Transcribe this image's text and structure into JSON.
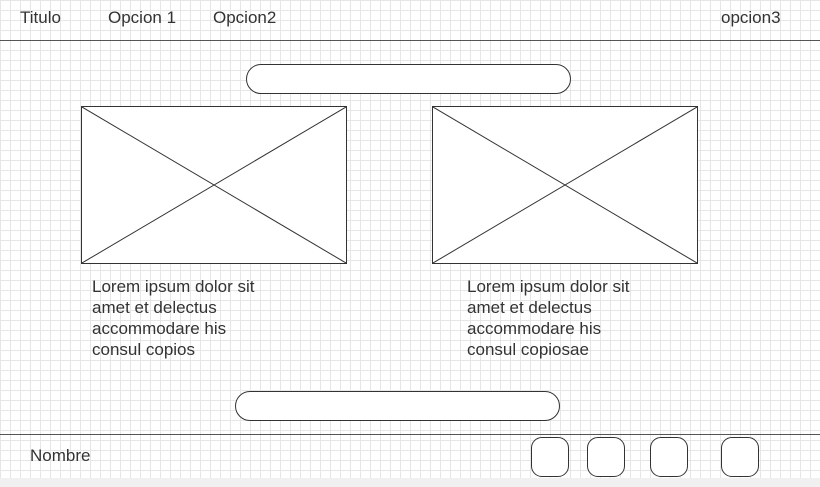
{
  "header": {
    "title": "Titulo",
    "nav": [
      "Opcion 1",
      "Opcion2",
      "opcion3"
    ]
  },
  "cards": [
    {
      "caption_lines": [
        "Lorem ipsum dolor sit",
        "amet et delectus",
        "accommodare his",
        "consul copios"
      ]
    },
    {
      "caption_lines": [
        "Lorem ipsum dolor sit",
        "amet et delectus",
        "accommodare his",
        "consul copiosae"
      ]
    }
  ],
  "footer": {
    "name": "Nombre"
  }
}
